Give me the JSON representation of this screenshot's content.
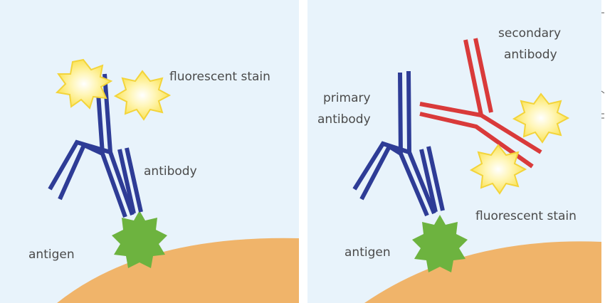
{
  "left_panel": {
    "labels": {
      "fluorescent_stain": "fluorescent stain",
      "antibody": "antibody",
      "antigen": "antigen"
    }
  },
  "right_panel": {
    "labels": {
      "secondary_antibody_line1": "secondary",
      "secondary_antibody_line2": "antibody",
      "primary_antibody_line1": "primary",
      "primary_antibody_line2": "antibody",
      "fluorescent_stain": "fluorescent stain",
      "antigen": "antigen"
    }
  },
  "colors": {
    "background": "#e8f3fb",
    "cell": "#f0b46a",
    "primary_antibody": "#2e3c96",
    "secondary_antibody": "#d93a3a",
    "antigen": "#6db33f",
    "stain": "#fbe96a",
    "stain_outline": "#f3d43a"
  }
}
